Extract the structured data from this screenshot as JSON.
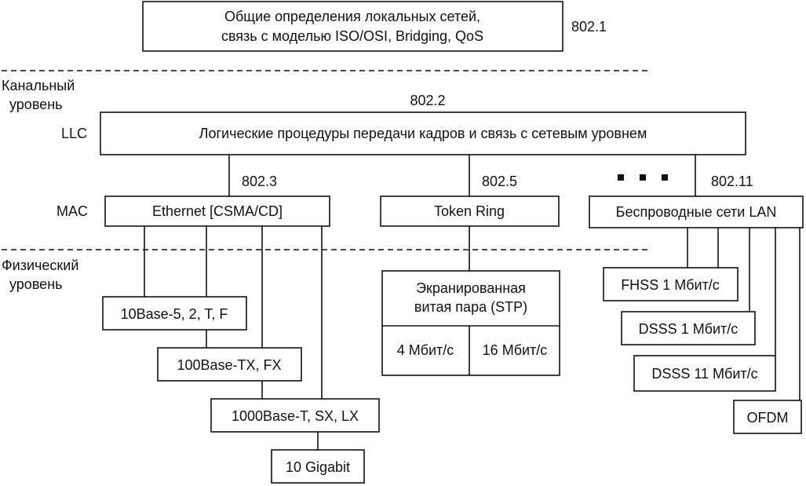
{
  "top": {
    "line1": "Общие определения локальных сетей,",
    "line2": "связь с моделью ISO/OSI, Bridging, QoS",
    "std": "802.1"
  },
  "layers": {
    "data_link_1": "Канальный",
    "data_link_2": "уровень",
    "physical_1": "Физический",
    "physical_2": "уровень",
    "llc": "LLC",
    "mac": "MAC"
  },
  "llc": {
    "std": "802.2",
    "text": "Логические процедуры передачи кадров и связь с сетевым уровнем"
  },
  "mac": {
    "ethernet": {
      "std": "802.3",
      "label": "Ethernet [CSMA/CD]"
    },
    "token_ring": {
      "std": "802.5",
      "label": "Token Ring"
    },
    "wireless": {
      "std": "802.11",
      "label": "Беспроводные сети LAN"
    }
  },
  "ethernet_phy": [
    "10Base-5, 2, T, F",
    "100Base-TX, FX",
    "1000Base-T, SX, LX",
    "10 Gigabit"
  ],
  "token_ring_phy": {
    "line1": "Экранированная",
    "line2": "витая пара (STP)",
    "speed_a": "4 Мбит/с",
    "speed_b": "16 Мбит/с"
  },
  "wireless_phy": [
    "FHSS 1 Мбит/с",
    "DSSS 1 Мбит/с",
    "DSSS 11 Мбит/с",
    "OFDM"
  ]
}
